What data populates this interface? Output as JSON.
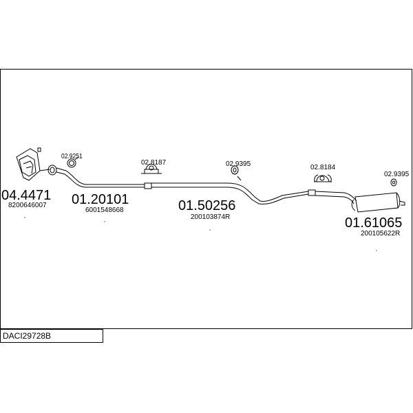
{
  "diagram_code": "DACI29728B",
  "parts": [
    {
      "number": "04.4471",
      "oem": "8200646007"
    },
    {
      "number": "01.20101",
      "oem": "6001548668"
    },
    {
      "number": "01.50256",
      "oem": "200103874R"
    },
    {
      "number": "01.61065",
      "oem": "200105622R"
    }
  ],
  "accessories": [
    {
      "number": "02.9251"
    },
    {
      "number": "02.8187"
    },
    {
      "number": "02.9395"
    },
    {
      "number": "02.8184"
    },
    {
      "number": "02.9395"
    }
  ],
  "colors": {
    "line": "#000000",
    "background": "#ffffff"
  }
}
